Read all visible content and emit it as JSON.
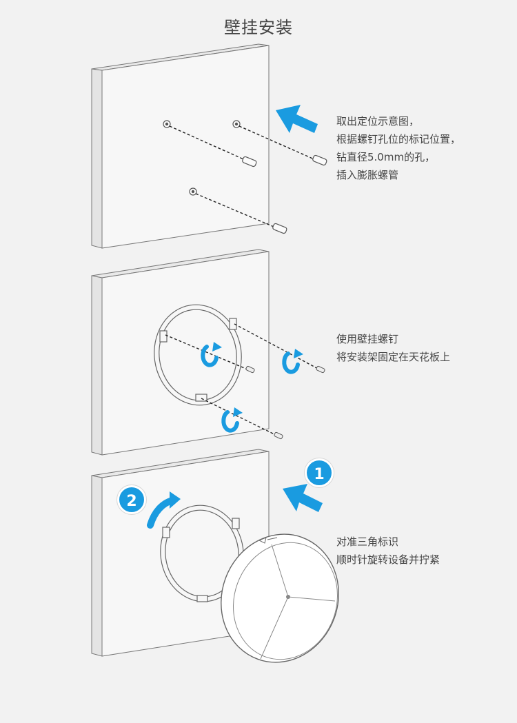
{
  "title": "壁挂安装",
  "steps": [
    {
      "lines": [
        "取出定位示意图，",
        "根据螺钉孔位的标记位置，",
        "钻直径5.0mm的孔，",
        "插入膨胀螺管"
      ]
    },
    {
      "lines": [
        "使用壁挂螺钉",
        "将安装架固定在天花板上"
      ]
    },
    {
      "lines": [
        "对准三角标识",
        "顺时针旋转设备并拧紧"
      ]
    }
  ],
  "badges": {
    "first": "1",
    "second": "2"
  },
  "colors": {
    "accent": "#1a9be0",
    "panel": "#f7f7f7",
    "outline": "#777777",
    "background": "#f2f2f2"
  }
}
